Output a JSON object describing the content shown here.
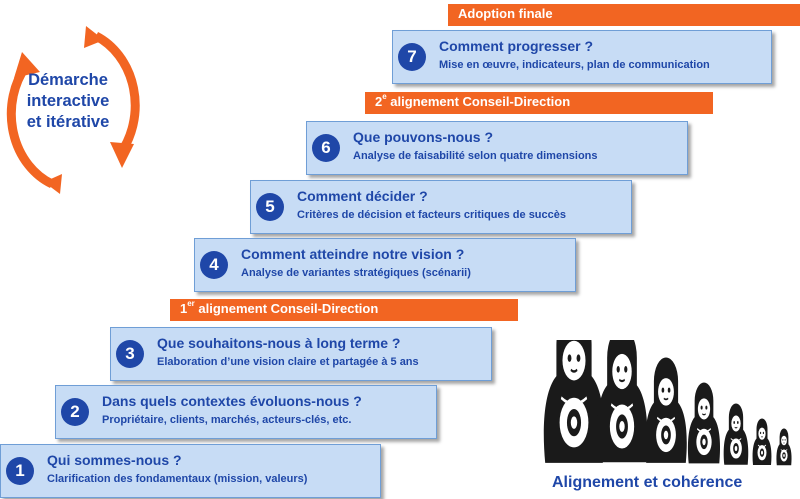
{
  "cycle": {
    "label_lines": [
      "Démarche",
      "interactive",
      "et itérative"
    ],
    "arrow_color": "#f26522"
  },
  "colors": {
    "step_fill": "#c7dcf5",
    "step_text": "#1f47a8",
    "milestone_fill": "#f26522"
  },
  "steps": [
    {
      "number": "1",
      "title": "Qui sommes-nous ?",
      "subtitle": "Clarification des fondamentaux (mission, valeurs)"
    },
    {
      "number": "2",
      "title": "Dans quels contextes évoluons-nous ?",
      "subtitle": "Propriétaire, clients, marchés, acteurs-clés, etc."
    },
    {
      "number": "3",
      "title": "Que souhaitons-nous à long terme ?",
      "subtitle": "Elaboration d’une vision claire et partagée à 5 ans"
    },
    {
      "number": "4",
      "title": "Comment atteindre notre vision ?",
      "subtitle": "Analyse de variantes stratégiques (scénarii)"
    },
    {
      "number": "5",
      "title": "Comment décider ?",
      "subtitle": "Critères de décision et facteurs critiques de succès"
    },
    {
      "number": "6",
      "title": "Que pouvons-nous ?",
      "subtitle": "Analyse de faisabilité selon quatre dimensions"
    },
    {
      "number": "7",
      "title": "Comment progresser ?",
      "subtitle": "Mise en œuvre, indicateurs, plan de communication"
    }
  ],
  "milestones": {
    "first": {
      "ordinal": "1",
      "suffix": "er",
      "text": " alignement Conseil-Direction"
    },
    "second": {
      "ordinal": "2",
      "suffix": "e",
      "text": " alignement Conseil-Direction"
    },
    "final": {
      "text": "Adoption finale"
    }
  },
  "footer_label": "Alignement et cohérence"
}
